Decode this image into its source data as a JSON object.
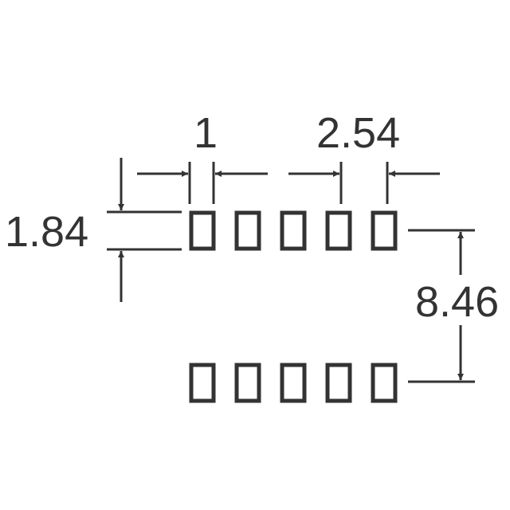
{
  "dimensions": {
    "pad_width": "1",
    "pitch": "2.54",
    "pad_height": "1.84",
    "row_spacing": "8.46"
  },
  "rows": [
    {
      "pad_count": 5
    },
    {
      "pad_count": 5
    }
  ],
  "colors": {
    "line": "#333333",
    "background": "#ffffff"
  }
}
